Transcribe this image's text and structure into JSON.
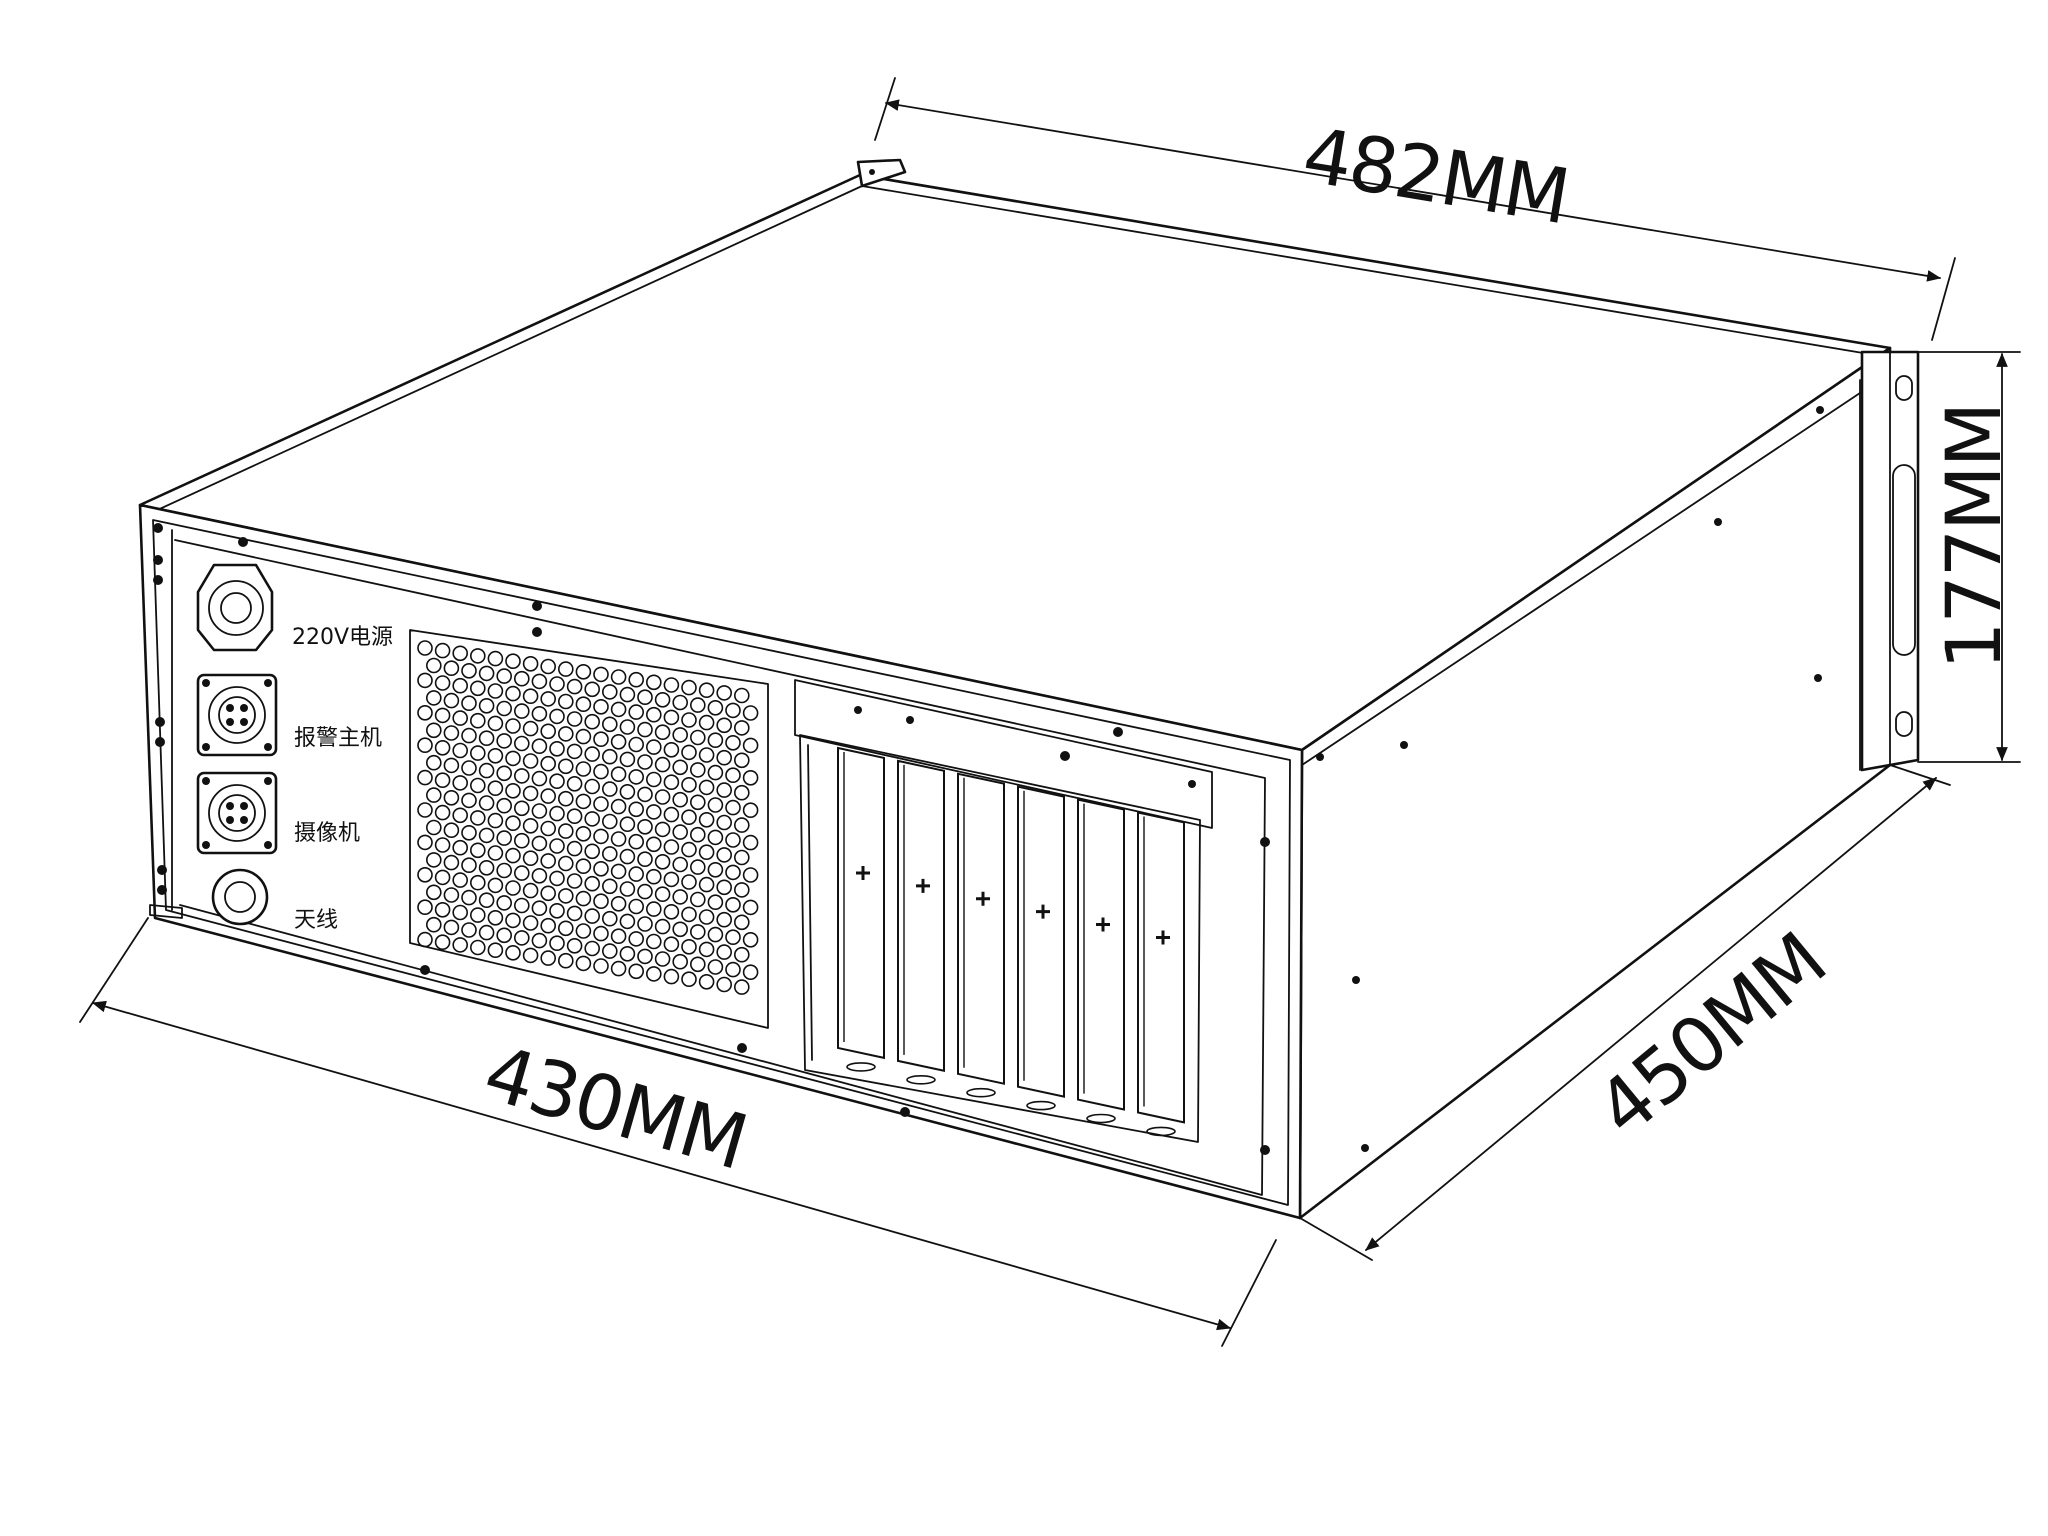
{
  "dimensions": {
    "overall_width": "482MM",
    "front_width": "430MM",
    "depth": "450MM",
    "height": "177MM"
  },
  "front_panel": {
    "labels": {
      "power": "220V电源",
      "alarm_host": "报警主机",
      "camera": "摄像机",
      "antenna": "天线"
    },
    "expansion_slot_count": 6
  }
}
